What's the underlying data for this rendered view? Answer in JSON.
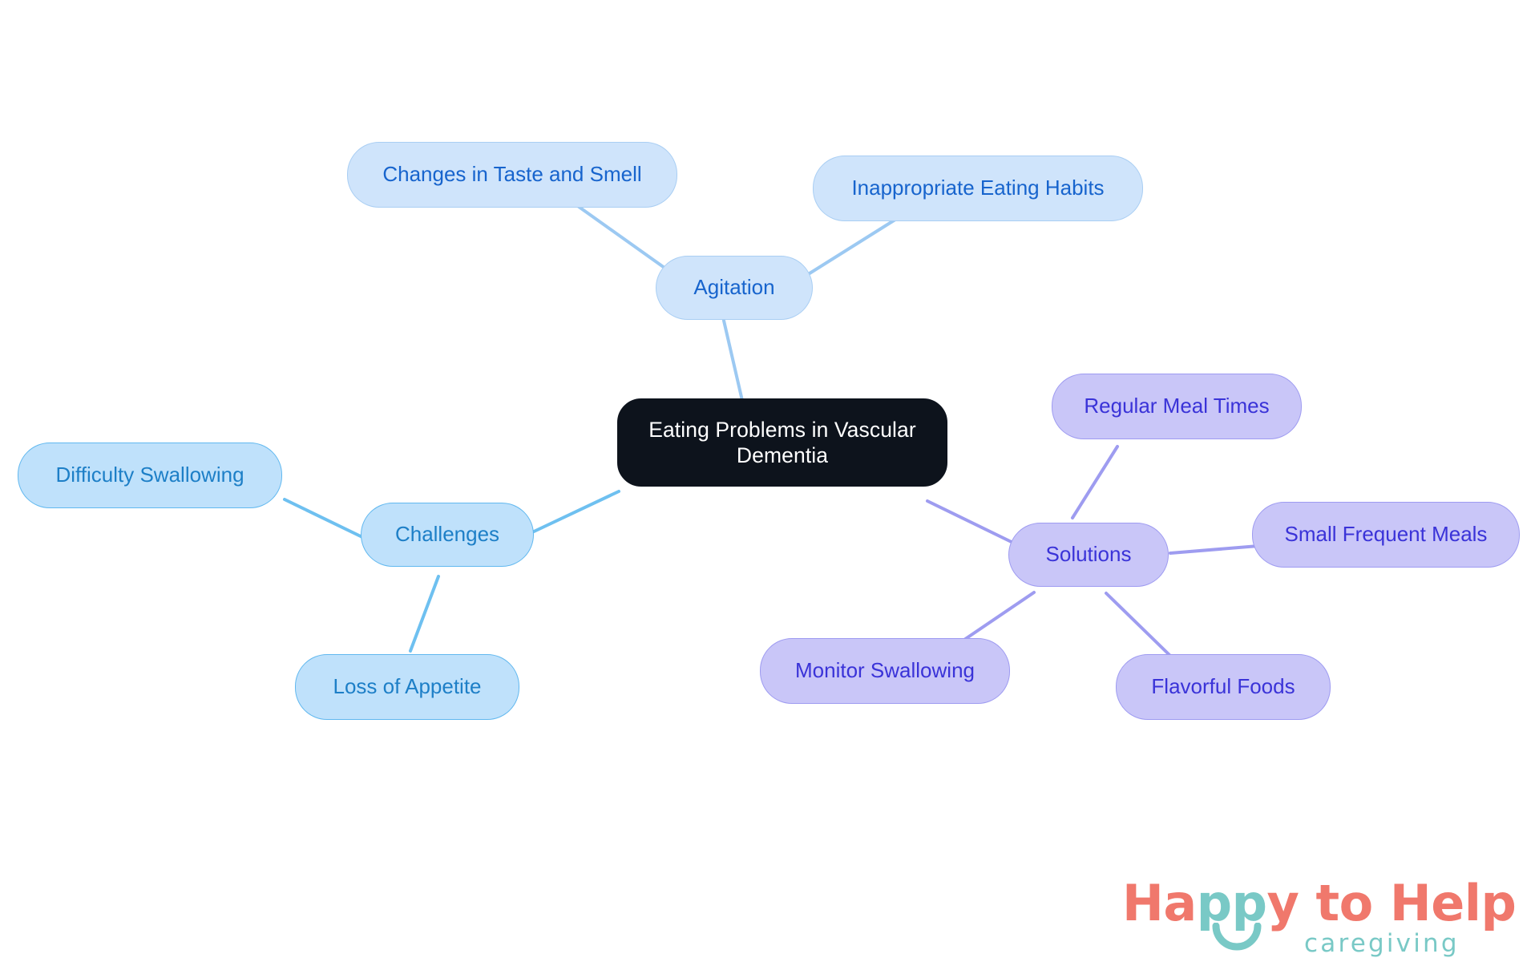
{
  "diagram": {
    "type": "mindmap",
    "title": "Eating Problems in Vascular Dementia",
    "background": "#ffffff",
    "root": {
      "id": "root",
      "label": "Eating Problems in Vascular\nDementia",
      "fill": "#0d131c",
      "text_color": "#ffffff"
    },
    "branches": [
      {
        "id": "agitation",
        "label": "Agitation",
        "fill": "#cfe4fb",
        "border": "#a9cef3",
        "text_color": "#1764cd",
        "edge_color": "#9cc9f2",
        "children": [
          {
            "id": "changes-in-taste-and-smell",
            "label": "Changes in Taste and Smell"
          },
          {
            "id": "inappropriate-eating-habits",
            "label": "Inappropriate Eating Habits"
          }
        ]
      },
      {
        "id": "challenges",
        "label": "Challenges",
        "fill": "#bfe1fb",
        "border": "#61b8ef",
        "text_color": "#1d7fc7",
        "edge_color": "#6ec0f0",
        "children": [
          {
            "id": "difficulty-swallowing",
            "label": "Difficulty Swallowing"
          },
          {
            "id": "loss-of-appetite",
            "label": "Loss of Appetite"
          }
        ]
      },
      {
        "id": "solutions",
        "label": "Solutions",
        "fill": "#c9c6f8",
        "border": "#9e9bf1",
        "text_color": "#3a33d8",
        "edge_color": "#9e9cf0",
        "children": [
          {
            "id": "regular-meal-times",
            "label": "Regular Meal Times"
          },
          {
            "id": "small-frequent-meals",
            "label": "Small Frequent Meals"
          },
          {
            "id": "monitor-swallowing",
            "label": "Monitor Swallowing"
          },
          {
            "id": "flavorful-foods",
            "label": "Flavorful Foods"
          }
        ]
      }
    ]
  },
  "nodes": {
    "root": "Eating Problems in Vascular\nDementia",
    "agitation": "Agitation",
    "changes_taste_smell": "Changes in Taste and Smell",
    "inappropriate_eating_habits": "Inappropriate Eating Habits",
    "challenges": "Challenges",
    "difficulty_swallowing": "Difficulty Swallowing",
    "loss_of_appetite": "Loss of Appetite",
    "solutions": "Solutions",
    "regular_meal_times": "Regular Meal Times",
    "small_frequent_meals": "Small Frequent Meals",
    "monitor_swallowing": "Monitor Swallowing",
    "flavorful_foods": "Flavorful Foods"
  },
  "logo": {
    "word_happy_to": "Ha",
    "word_pp": "pp",
    "word_y_to": "y to ",
    "word_help": "Help",
    "tagline": "caregiving",
    "coral": "#f0786c",
    "teal": "#79c9c6"
  }
}
